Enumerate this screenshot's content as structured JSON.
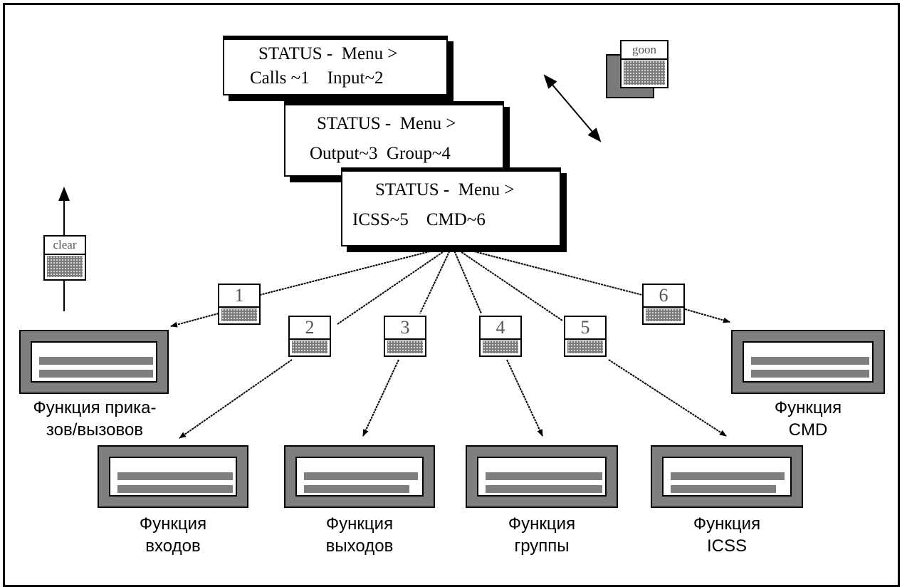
{
  "menus": [
    {
      "line1": "STATUS -  Menu >",
      "line2": "Calls ~1    Input~2"
    },
    {
      "line1": "STATUS -  Menu >",
      "line2": "Output~3  Group~4"
    },
    {
      "line1": "STATUS -  Menu >",
      "line2": "ICSS~5    CMD~6"
    }
  ],
  "keys": [
    "1",
    "2",
    "3",
    "4",
    "5",
    "6"
  ],
  "side_keys": {
    "clear": "clear",
    "goon": "goon"
  },
  "functions": [
    {
      "line1": "Функция прика-",
      "line2": "зов/вызовов"
    },
    {
      "line1": "Функция",
      "line2": "входов"
    },
    {
      "line1": "Функция",
      "line2": "выходов"
    },
    {
      "line1": "Функция",
      "line2": "группы"
    },
    {
      "line1": "Функция",
      "line2": "ICSS"
    },
    {
      "line1": "Функция",
      "line2": "CMD"
    }
  ]
}
